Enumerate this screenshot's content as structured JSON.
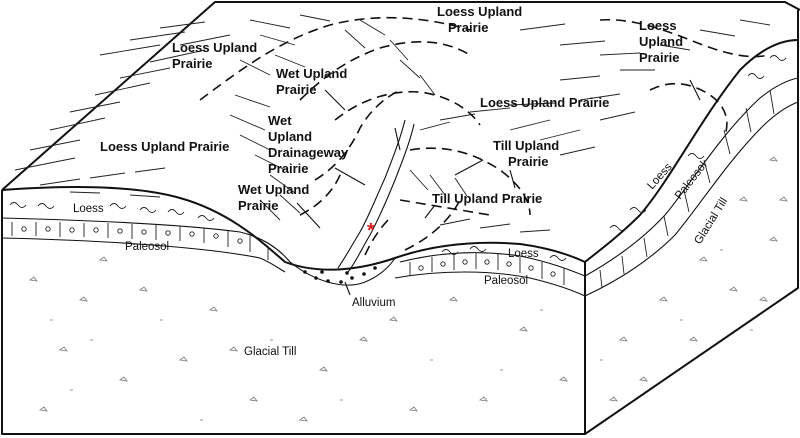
{
  "labels": {
    "loess_upland_top": [
      "Loess Upland",
      "Prairie"
    ],
    "loess_upland_left": [
      "Loess Upland",
      "Prairie"
    ],
    "loess_upland_right": [
      "Loess",
      "Upland",
      "Prairie"
    ],
    "wet_upland_top": [
      "Wet Upland",
      "Prairie"
    ],
    "loess_upland_mid": "Loess Upland Prairie",
    "loess_upland_west": "Loess Upland Prairie",
    "wet_upland_drainageway": [
      "Wet",
      "Upland",
      "Drainageway",
      "Prairie"
    ],
    "till_upland_right": [
      "Till Upland",
      "Prairie"
    ],
    "till_upland_mid": "Till Upland Prairie",
    "wet_upland_lower": [
      "Wet Upland",
      "Prairie"
    ],
    "layer_loess_front": "Loess",
    "layer_paleosol_front": "Paleosol",
    "layer_alluvium": "Alluvium",
    "layer_loess_front_right": "Loess",
    "layer_paleosol_front_right": "Paleosol",
    "layer_glacial_till_front": "Glacial Till",
    "layer_loess_side": "Loess",
    "layer_paleosol_side": "Paleosol",
    "layer_glacial_till_side": "Glacial Till"
  },
  "colors": {
    "ink": "#111111",
    "marker": "#d62020",
    "background": "#ffffff"
  }
}
